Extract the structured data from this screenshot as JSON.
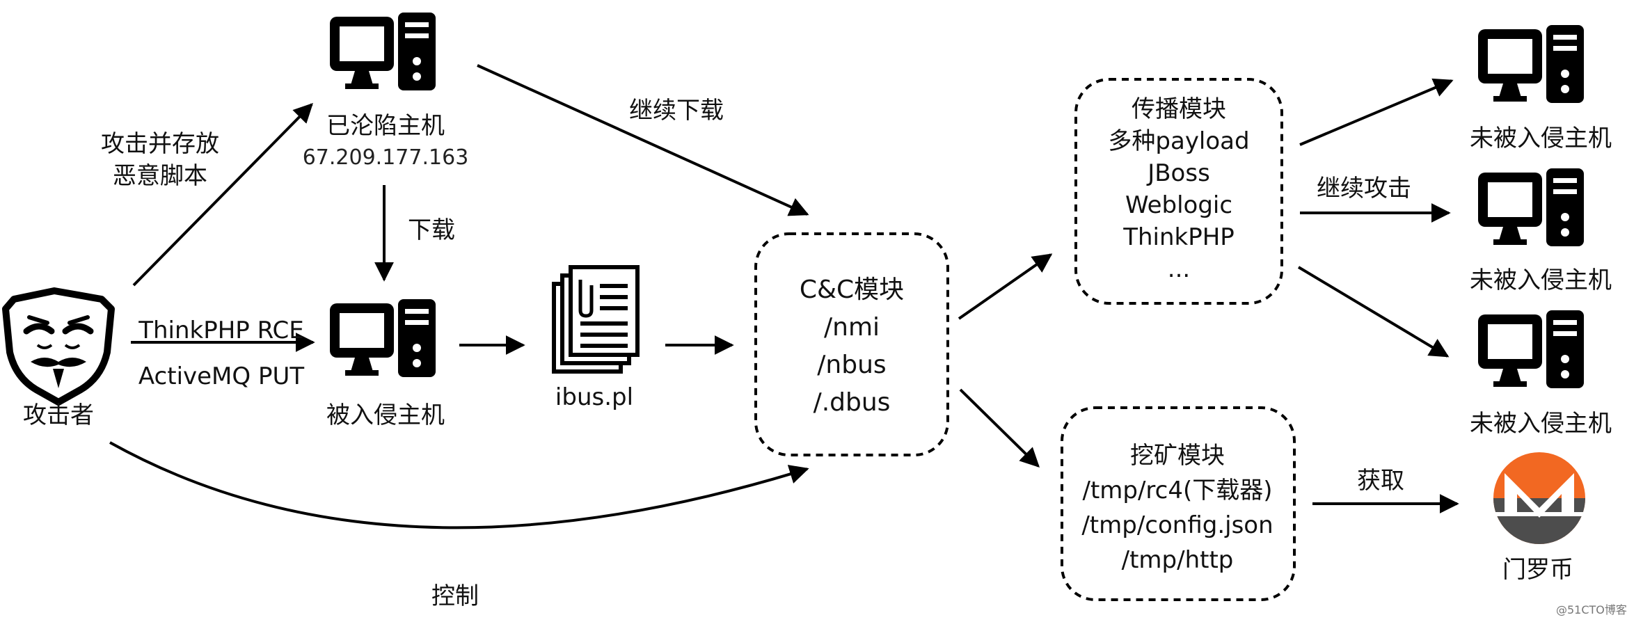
{
  "nodes": {
    "attacker": {
      "label": "攻击者"
    },
    "compromised_host": {
      "label": "已沦陷主机",
      "ip": "67.209.177.163"
    },
    "infected_host": {
      "label": "被入侵主机"
    },
    "script_file": {
      "label": "ibus.pl"
    },
    "cnc_module": {
      "lines": [
        "C&C模块",
        "/nmi",
        "/nbus",
        "/.dbus"
      ]
    },
    "spread_module": {
      "lines": [
        "传播模块",
        "多种payload",
        "JBoss",
        "Weblogic",
        "ThinkPHP",
        "..."
      ]
    },
    "mining_module": {
      "lines": [
        "挖矿模块",
        "/tmp/rc4(下载器)",
        "/tmp/config.json",
        "/tmp/http"
      ]
    },
    "target_hosts": [
      {
        "label": "未被入侵主机"
      },
      {
        "label": "未被入侵主机"
      },
      {
        "label": "未被入侵主机"
      }
    ],
    "monero": {
      "label": "门罗币",
      "accent": "#f26822",
      "dark": "#4d4d4d"
    }
  },
  "edges": {
    "attack_store": {
      "line1": "攻击并存放",
      "line2": "恶意脚本"
    },
    "exploit": {
      "line1": "ThinkPHP RCE",
      "line2": "ActiveMQ PUT"
    },
    "download": {
      "label": "下载"
    },
    "continue_download": {
      "label": "继续下载"
    },
    "control": {
      "label": "控制"
    },
    "continue_attack": {
      "label": "继续攻击"
    },
    "obtain": {
      "label": "获取"
    }
  },
  "watermark": "@51CTO博客"
}
